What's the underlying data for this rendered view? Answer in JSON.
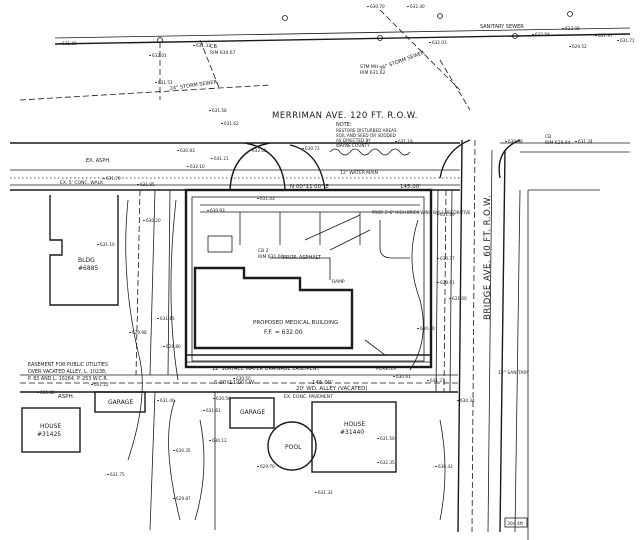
{
  "streets": {
    "merriman": "MERRIMAN AVE. 120 FT. R.O.W.",
    "bridge": "BRIDGE AVE. 60 FT. R.O.W."
  },
  "sewers": {
    "sanitary_top": "SANITARY SEWER",
    "storm_24": "24\" STORM SEWER",
    "storm_36": "36\" STORM SEWER"
  },
  "labels": {
    "building": "PROPOSED MEDICAL BUILDING",
    "ffe": "F.F. = 632.00",
    "easement": "12' SURFACE WATER DRAINAGE EASEMENT",
    "alley": "20' WD. ALLEY (VACATED)",
    "public_easement_1": "EASEMENT FOR PUBLIC UTILITIES",
    "public_easement_2": "OVER VACATED ALLEY, L. 10238,",
    "public_easement_3": "P. 83 AND L. 10264, P. 253 W.C.R.",
    "bldg_1": "BLDG",
    "bldg_2": "#6885",
    "house_left_1": "HOUSE",
    "house_left_2": "#31425",
    "house_right_1": "HOUSE",
    "house_right_2": "#31440",
    "garage_left": "GARAGE",
    "garage_mid": "GARAGE",
    "pool": "POOL",
    "asphalt_lot": "PROP. ASPHALT",
    "asphalt_left": "ASPH.",
    "ex_asph": "EX. ASPH.",
    "wall": "PROP. 2'-6\" HIGH BRICK WING WALL DECORATIVE",
    "conc_walk": "EX. 5' CONC. WALK",
    "ex_conc": "EX. CONC. PAVEMENT",
    "planter": "PLANTER",
    "water_main": "12\" WATER MAIN",
    "san_sewer_12": "12\" SANITARY",
    "prop_walk": "PROP. 5' CONC. WALK",
    "prop_ramp": "RAMP",
    "cb2": "CB 2",
    "rim1": "RIM 631.00",
    "note_title": "NOTE:",
    "note_1": "RESTORE DISTURBED AREAS",
    "note_2": "SOIL AND SEED OR SODDED",
    "note_3": "AS DIRECTED BY",
    "note_4": "WAYNE COUNTY",
    "bearing_n": "N 00°11'00\" E",
    "dist_n": "145.00'",
    "bearing_s": "S 00°11'00\" W",
    "dist_s": "145.00'",
    "cb_top": "CB",
    "rim_top": "RIM 630.67",
    "stm_mh": "STM MH",
    "rim_stm": "RIM 631.62",
    "cb_right": "CB",
    "rim_right": "RIM 629.04",
    "scale": "30d 4ft"
  },
  "elevations": [
    "631.89",
    "632.03",
    "631.97",
    "631.71",
    "632.58",
    "633.08",
    "630.70",
    "632.40",
    "629.52",
    "631.33",
    "632.01",
    "631.51",
    "631.58",
    "631.62",
    "630.83",
    "631.21",
    "632.05",
    "630.72",
    "631.18",
    "630.98",
    "631.24",
    "631.70",
    "631.95",
    "632.10",
    "630.20",
    "631.10",
    "631.85",
    "629.98",
    "630.93",
    "631.03",
    "631.69",
    "630.77",
    "629.91",
    "630.40",
    "631.00",
    "630.34",
    "630.61",
    "631.27",
    "629.80",
    "630.50",
    "631.40",
    "631.61",
    "630.88",
    "631.22",
    "630.35",
    "630.12",
    "629.87",
    "631.50",
    "632.35",
    "631.32",
    "629.70",
    "630.56",
    "631.75",
    "630.43"
  ]
}
